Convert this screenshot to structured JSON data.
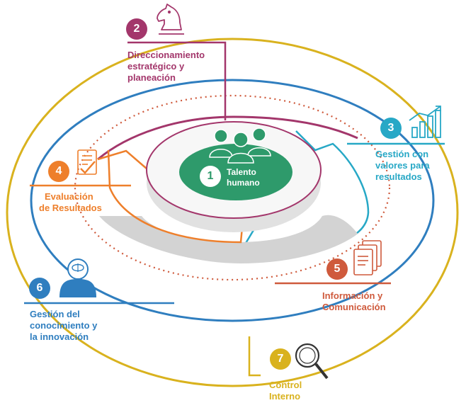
{
  "colors": {
    "talento": "#2e9a6b",
    "direccionamiento": "#a3366b",
    "gestion_valores": "#27a8c6",
    "evaluacion": "#ee7f2b",
    "informacion": "#cf5a3c",
    "conocimiento": "#2f7ebf",
    "control": "#d9b21e",
    "disk_shadow": "#d3d3d3"
  },
  "dimensions": [
    {
      "number": "1",
      "lines": [
        "Talento",
        "humano"
      ],
      "icon": "team-people-icon"
    },
    {
      "number": "2",
      "lines": [
        "Direccionamiento",
        "estratégico y",
        "planeación"
      ],
      "icon": "chess-knight-icon"
    },
    {
      "number": "3",
      "lines": [
        "Gestión con",
        "valores para",
        "resultados"
      ],
      "icon": "bar-chart-growth-icon"
    },
    {
      "number": "4",
      "lines": [
        "Evaluación",
        "de Resultados"
      ],
      "icon": "checklist-icon"
    },
    {
      "number": "5",
      "lines": [
        "Información y",
        "Comunicación"
      ],
      "icon": "documents-icon"
    },
    {
      "number": "6",
      "lines": [
        "Gestión del",
        "conocimiento y",
        "la innovación"
      ],
      "icon": "head-brain-icon"
    },
    {
      "number": "7",
      "lines": [
        "Control",
        "Interno"
      ],
      "icon": "magnifier-icon"
    }
  ]
}
